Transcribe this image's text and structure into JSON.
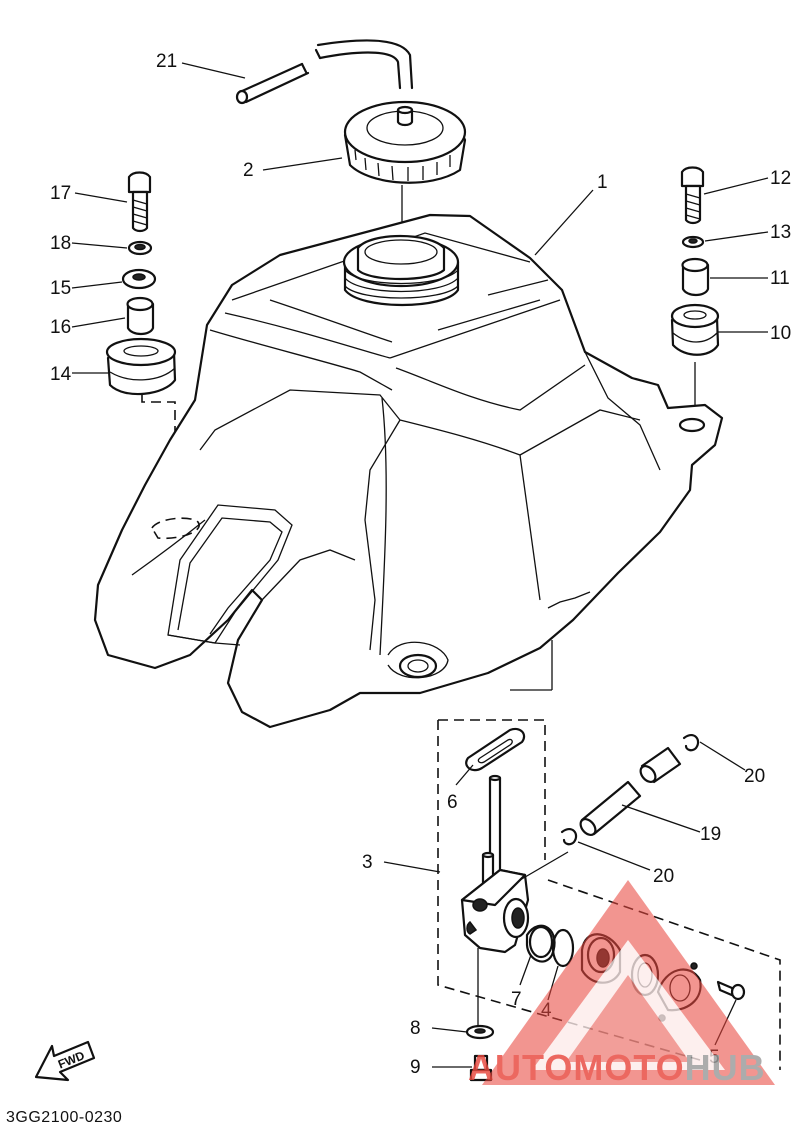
{
  "diagram": {
    "reference_code": "3GG2100-0230",
    "fwd_label": "FWD",
    "watermark": {
      "brand_a": "AUTOMOTO",
      "brand_b": "HUB",
      "color_a": "#e8473e",
      "color_b": "#9a9a9a"
    },
    "callouts": [
      {
        "id": "c1",
        "number": "1",
        "part": "fuel-tank"
      },
      {
        "id": "c2",
        "number": "2",
        "part": "fuel-cap"
      },
      {
        "id": "c3",
        "number": "3",
        "part": "fuel-cock-assembly"
      },
      {
        "id": "c4",
        "number": "4",
        "part": "o-ring"
      },
      {
        "id": "c5",
        "number": "5",
        "part": "screw"
      },
      {
        "id": "c6",
        "number": "6",
        "part": "gasket"
      },
      {
        "id": "c7",
        "number": "7",
        "part": "filter-cup"
      },
      {
        "id": "c8",
        "number": "8",
        "part": "washer"
      },
      {
        "id": "c9",
        "number": "9",
        "part": "drain-screw"
      },
      {
        "id": "c10",
        "number": "10",
        "part": "damper-right"
      },
      {
        "id": "c11",
        "number": "11",
        "part": "collar-right"
      },
      {
        "id": "c12",
        "number": "12",
        "part": "bolt-right"
      },
      {
        "id": "c13",
        "number": "13",
        "part": "washer-right"
      },
      {
        "id": "c14",
        "number": "14",
        "part": "damper-left"
      },
      {
        "id": "c15",
        "number": "15",
        "part": "washer-left"
      },
      {
        "id": "c16",
        "number": "16",
        "part": "collar-left"
      },
      {
        "id": "c17",
        "number": "17",
        "part": "bolt-left"
      },
      {
        "id": "c18",
        "number": "18",
        "part": "washer-small-left"
      },
      {
        "id": "c19",
        "number": "19",
        "part": "fuel-hose"
      },
      {
        "id": "c20a",
        "number": "20",
        "part": "hose-clip-upper"
      },
      {
        "id": "c20b",
        "number": "20",
        "part": "hose-clip-lower"
      },
      {
        "id": "c21",
        "number": "21",
        "part": "breather-hose"
      }
    ]
  }
}
